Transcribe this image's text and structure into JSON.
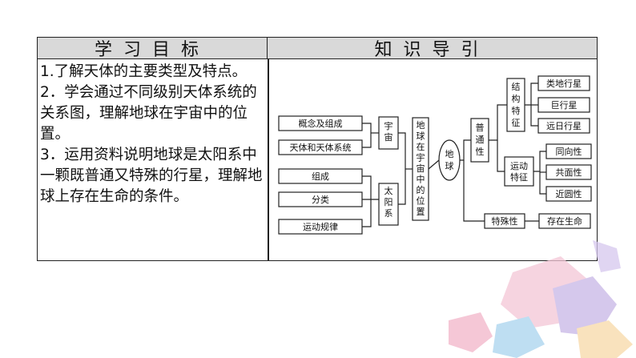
{
  "table": {
    "header_left": "学习目标",
    "header_right": "知识导引",
    "objectives": [
      "1.了解天体的主要类型及特点。",
      "2．学会通过不同级别天体系统的关系图，理解地球在宇宙中的位置。",
      "3．运用资料说明地球是太阳系中一颗既普通又特殊的行星，理解地球上存在生命的条件。"
    ]
  },
  "diagram": {
    "concept": "概念及组成",
    "celestial_systems": "天体和天体系统",
    "universe": "宇宙",
    "composition": "组成",
    "classification": "分类",
    "motion_law": "运动规律",
    "solar_system": "太阳系",
    "earth_position": "地球在宇宙中的位置",
    "earth": "地球",
    "ordinary": "普通性",
    "structure": "结构特征",
    "terrestrial": "类地行星",
    "giant": "巨行星",
    "far_planet": "远日行星",
    "motion_feature": "运动特征",
    "same_direction": "同向性",
    "coplanar": "共面性",
    "near_circular": "近圆性",
    "special": "特殊性",
    "life": "存在生命"
  },
  "colors": {
    "border": "#222222",
    "header_bg": "#d9d9d9"
  }
}
